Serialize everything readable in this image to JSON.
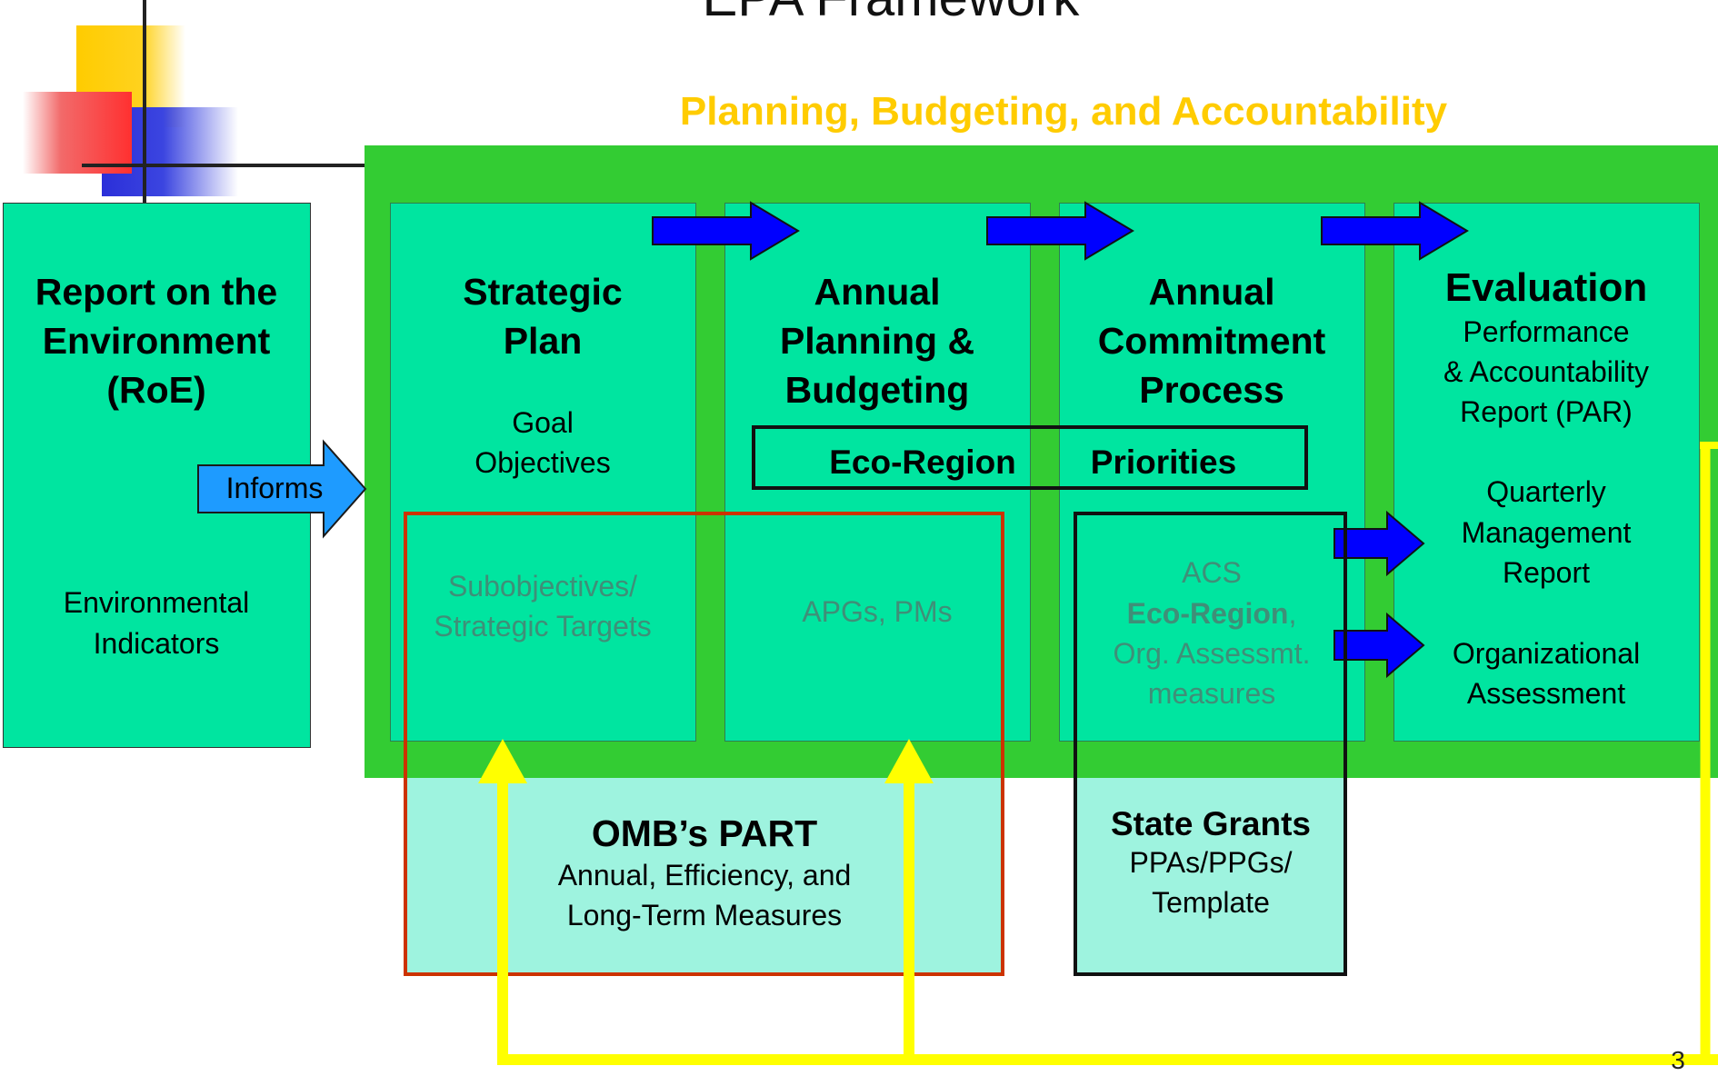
{
  "slide_title": "EPA Framework",
  "banner": "Planning, Budgeting, and Accountability",
  "roe": {
    "title_lines": [
      "Report on the",
      "Environment",
      "(RoE)"
    ],
    "body_lines": [
      "Environmental",
      "Indicators"
    ]
  },
  "informs_label": "Informs",
  "strategic_plan": {
    "title_lines": [
      "Strategic",
      "Plan"
    ],
    "body_lines": [
      "Goal",
      "Objectives"
    ],
    "sub_lines": [
      "Subobjectives/",
      "Strategic Targets"
    ]
  },
  "annual_planning": {
    "title_lines": [
      "Annual",
      "Planning &",
      "Budgeting"
    ],
    "sub_text": "APGs, PMs"
  },
  "annual_commitment": {
    "title_lines": [
      "Annual",
      "Commitment",
      "Process"
    ],
    "acs": "ACS",
    "eco_region": "Eco-Region",
    "eco_comma": ",",
    "org_line": "Org. Assessmt.",
    "measures": "measures"
  },
  "eco_priorities": {
    "left": "Eco-Region",
    "right": "Priorities"
  },
  "evaluation": {
    "title": "Evaluation",
    "par_lines": [
      "Performance",
      "& Accountability",
      "Report (PAR)"
    ],
    "qmr_lines": [
      "Quarterly",
      "Management",
      "Report"
    ],
    "org_lines": [
      "Organizational",
      "Assessment"
    ]
  },
  "omb_part": {
    "title": "OMB’s PART",
    "body_lines": [
      "Annual, Efficiency, and",
      "Long-Term Measures"
    ]
  },
  "state_grants": {
    "title": "State Grants",
    "body_lines": [
      "PPAs/PPGs/",
      "Template"
    ]
  },
  "page_number": "3",
  "colors": {
    "green_outer": "#33CC33",
    "teal_box": "#00E5A0",
    "light_teal": "#9EF3DF",
    "blue_arrow": "#0000FF",
    "informs_arrow": "#1E9BFF",
    "banner": "#FFCC00",
    "yellow_line": "#FFFF00",
    "red_outline": "#CC3300",
    "gray_text": "#3F8F78"
  }
}
